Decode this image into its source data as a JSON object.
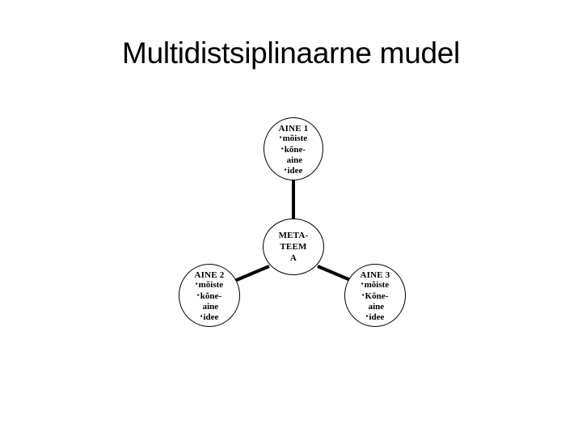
{
  "slide": {
    "title": "Multidistsiplinaarne mudel",
    "background_color": "#ffffff",
    "ink_color": "#000000"
  },
  "diagram": {
    "type": "hub-and-spoke",
    "bullet_glyph": "▪",
    "center": {
      "id": "metateema",
      "shape": "ellipse",
      "lines": [
        "META-",
        "TEEM",
        "A"
      ],
      "text": "METATEEMA"
    },
    "nodes": [
      {
        "id": "aine1",
        "shape": "ellipse",
        "title": "AINE 1",
        "bullets": [
          {
            "lines": [
              "mõiste"
            ]
          },
          {
            "lines": [
              "kõne-",
              "aine"
            ]
          },
          {
            "lines": [
              "idee"
            ]
          }
        ]
      },
      {
        "id": "aine2",
        "shape": "ellipse",
        "title": "AINE 2",
        "bullets": [
          {
            "lines": [
              "mõiste"
            ]
          },
          {
            "lines": [
              "kõne-",
              "aine"
            ]
          },
          {
            "lines": [
              "idee"
            ]
          }
        ]
      },
      {
        "id": "aine3",
        "shape": "ellipse",
        "title": "AINE 3",
        "bullets": [
          {
            "lines": [
              "mõiste"
            ]
          },
          {
            "lines": [
              "Kõne-",
              "aine"
            ]
          },
          {
            "lines": [
              "idee"
            ]
          }
        ]
      }
    ],
    "connectors": [
      {
        "id": "meta-to-aine1",
        "from": "metateema",
        "to": "aine1",
        "style": "solid"
      },
      {
        "id": "meta-to-aine2",
        "from": "metateema",
        "to": "aine2",
        "style": "solid"
      },
      {
        "id": "meta-to-aine3",
        "from": "metateema",
        "to": "aine3",
        "style": "solid"
      }
    ]
  }
}
